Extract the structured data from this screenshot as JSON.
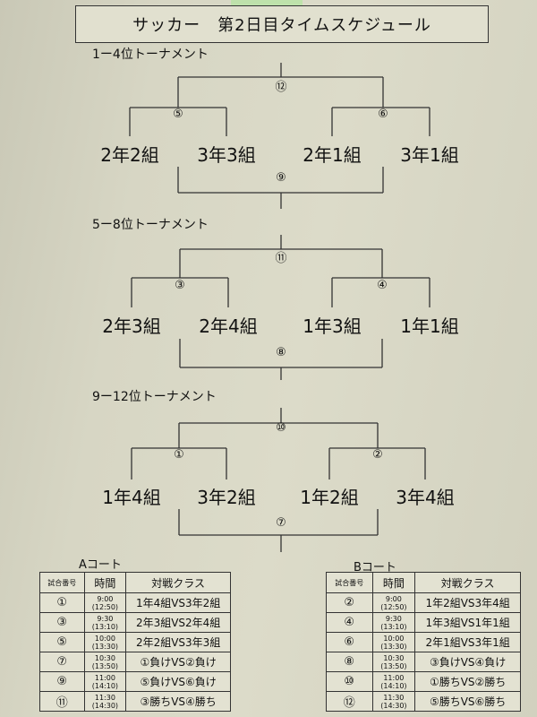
{
  "title": "サッカー　第2日目タイムスケジュール",
  "sections": [
    {
      "title": "1ー4位トーナメント",
      "final": "⑫",
      "semis": [
        "⑤",
        "⑥"
      ],
      "teams": [
        "2年2組",
        "3年3組",
        "2年1組",
        "3年1組"
      ],
      "third": "⑨"
    },
    {
      "title": "5ー8位トーナメント",
      "final": "⑪",
      "semis": [
        "③",
        "④"
      ],
      "teams": [
        "2年3組",
        "2年4組",
        "1年3組",
        "1年1組"
      ],
      "third": "⑧"
    },
    {
      "title": "9ー12位トーナメント",
      "final": "⑩",
      "semis": [
        "①",
        "②"
      ],
      "teams": [
        "1年4組",
        "3年2組",
        "1年2組",
        "3年4組"
      ],
      "third": "⑦"
    }
  ],
  "courts": [
    {
      "title": "Aコート",
      "headers": [
        "試合番号",
        "時間",
        "対戦クラス"
      ],
      "rows": [
        {
          "no": "①",
          "time": "9:00",
          "time2": "(12:50)",
          "match": "1年4組VS3年2組"
        },
        {
          "no": "③",
          "time": "9:30",
          "time2": "(13:10)",
          "match": "2年3組VS2年4組"
        },
        {
          "no": "⑤",
          "time": "10:00",
          "time2": "(13:30)",
          "match": "2年2組VS3年3組"
        },
        {
          "no": "⑦",
          "time": "10:30",
          "time2": "(13:50)",
          "match": "①負けVS②負け"
        },
        {
          "no": "⑨",
          "time": "11:00",
          "time2": "(14:10)",
          "match": "⑤負けVS⑥負け"
        },
        {
          "no": "⑪",
          "time": "11:30",
          "time2": "(14:30)",
          "match": "③勝ちVS④勝ち"
        }
      ]
    },
    {
      "title": "Bコート",
      "headers": [
        "試合番号",
        "時間",
        "対戦クラス"
      ],
      "rows": [
        {
          "no": "②",
          "time": "9:00",
          "time2": "(12:50)",
          "match": "1年2組VS3年4組"
        },
        {
          "no": "④",
          "time": "9:30",
          "time2": "(13:10)",
          "match": "1年3組VS1年1組"
        },
        {
          "no": "⑥",
          "time": "10:00",
          "time2": "(13:30)",
          "match": "2年1組VS3年1組"
        },
        {
          "no": "⑧",
          "time": "10:30",
          "time2": "(13:50)",
          "match": "③負けVS④負け"
        },
        {
          "no": "⑩",
          "time": "11:00",
          "time2": "(14:10)",
          "match": "①勝ちVS②勝ち"
        },
        {
          "no": "⑫",
          "time": "11:30",
          "time2": "(14:30)",
          "match": "⑤勝ちVS⑥勝ち"
        }
      ]
    }
  ],
  "colors": {
    "tape": "#b9e3a6",
    "paper": "#dcdbc9",
    "line": "#333333"
  }
}
